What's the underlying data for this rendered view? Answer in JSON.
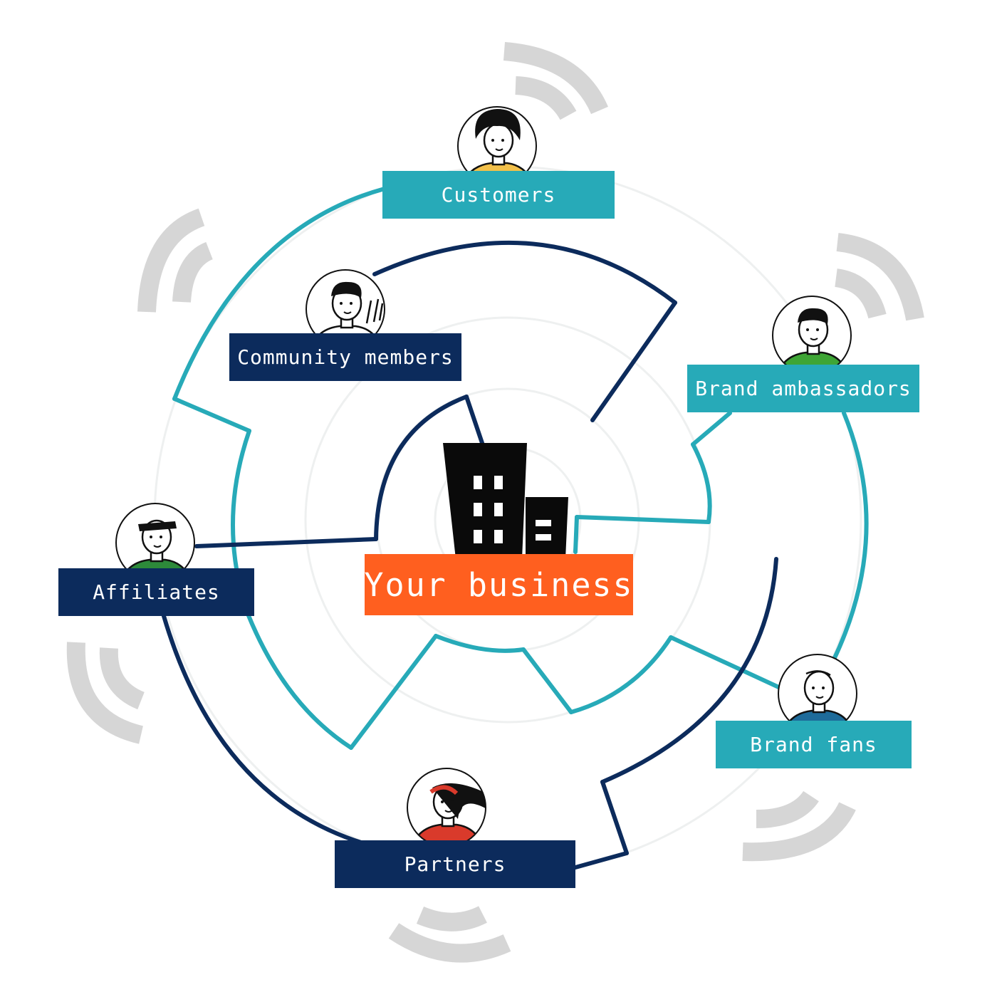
{
  "center": {
    "label": "Your business",
    "color": "#ff5f1f"
  },
  "colors": {
    "teal": "#27aab8",
    "navy": "#0c2b5c",
    "signal": "#d6d6d6",
    "guide": "#eef0f0"
  },
  "nodes": [
    {
      "id": "customers",
      "label": "Customers",
      "style": "teal",
      "avatar": "afro-hair-person-icon",
      "accent": "#f2c04a"
    },
    {
      "id": "community",
      "label": "Community members",
      "style": "navy",
      "avatar": "waving-person-icon",
      "accent": "#ffffff"
    },
    {
      "id": "ambassadors",
      "label": "Brand ambassadors",
      "style": "teal",
      "avatar": "green-shirt-person-icon",
      "accent": "#3ea535"
    },
    {
      "id": "affiliates",
      "label": "Affiliates",
      "style": "navy",
      "avatar": "cap-person-icon",
      "accent": "#2d8a3a"
    },
    {
      "id": "fans",
      "label": "Brand fans",
      "style": "teal",
      "avatar": "bald-person-icon",
      "accent": "#1e6b9a"
    },
    {
      "id": "partners",
      "label": "Partners",
      "style": "navy",
      "avatar": "hooded-person-icon",
      "accent": "#d93a2b"
    }
  ]
}
